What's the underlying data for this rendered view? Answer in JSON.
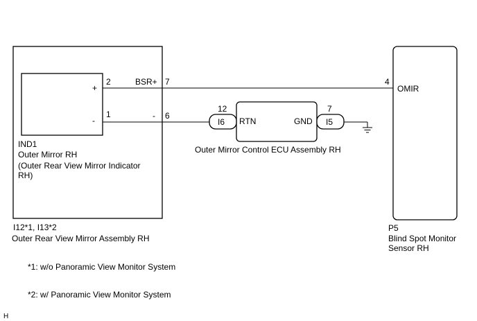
{
  "left_component": {
    "pin_plus": "+",
    "pin_minus": "-",
    "pin2": "2",
    "pin1": "1",
    "signal_bsr": "BSR+",
    "signal_minus": "-",
    "pin7": "7",
    "pin6": "6",
    "inner_id": "IND1",
    "inner_name": "Outer Mirror RH",
    "inner_desc_line1": "(Outer Rear View Mirror Indicator",
    "inner_desc_line2": "RH)",
    "connector_id": "I12*1, I13*2",
    "assembly_name": "Outer Rear View Mirror Assembly RH"
  },
  "ecu": {
    "pin_left": "12",
    "pin_right": "7",
    "conn_left": "I6",
    "conn_right": "I5",
    "term_left": "RTN",
    "term_right": "GND",
    "name": "Outer Mirror Control ECU Assembly RH"
  },
  "right_component": {
    "pin": "4",
    "term": "OMIR",
    "connector_id": "P5",
    "name_line1": "Blind Spot Monitor",
    "name_line2": "Sensor RH"
  },
  "notes": {
    "note1": "*1: w/o Panoramic View Monitor System",
    "note2": "*2: w/ Panoramic View Monitor System"
  },
  "corner_mark": "H"
}
